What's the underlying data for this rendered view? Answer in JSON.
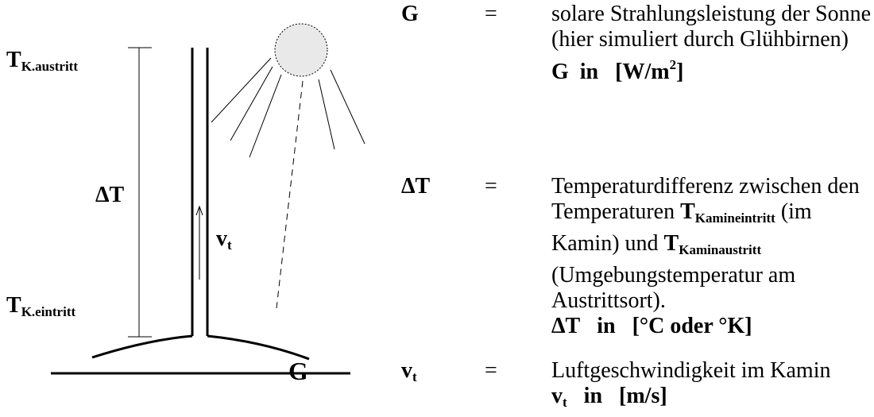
{
  "diagram": {
    "labels": {
      "t_austritt": {
        "base": "T",
        "sub": "K.austritt"
      },
      "t_eintritt": {
        "base": "T",
        "sub": "K.eintritt"
      },
      "delta_t": "ΔT",
      "v_t": {
        "base": "v",
        "sub": "t"
      },
      "g": "G"
    }
  },
  "legend": {
    "g": {
      "symbol": "G",
      "eq": "=",
      "description": "solare Strahlungsleistung der Sonne (hier simuliert durch Glühbirnen)",
      "unit_symbol": "G",
      "unit_in": "in",
      "unit_open": "[W/m",
      "unit_sup": "2",
      "unit_close": "]"
    },
    "delta_t": {
      "symbol": "ΔT",
      "eq": "=",
      "desc_1": "Temperaturdifferenz zwischen den Temperaturen",
      "t_kamineintritt_base": "T",
      "t_kamineintritt_sub": "Kamineintritt",
      "desc_2": "(im Kamin) und",
      "t_kaminaustritt_base": "T",
      "t_kaminaustritt_sub": "Kaminaustritt",
      "desc_3": "(Umgebungstemperatur am Austrittsort).",
      "unit_symbol": "ΔT",
      "unit_in": "in",
      "unit_value": "[°C oder °K]"
    },
    "v_t": {
      "symbol_base": "v",
      "symbol_sub": "t",
      "eq": "=",
      "description": "Luftgeschwindigkeit im Kamin",
      "unit_base": "v",
      "unit_sub": "t",
      "unit_in": "in",
      "unit_value": "[m/s]"
    }
  }
}
